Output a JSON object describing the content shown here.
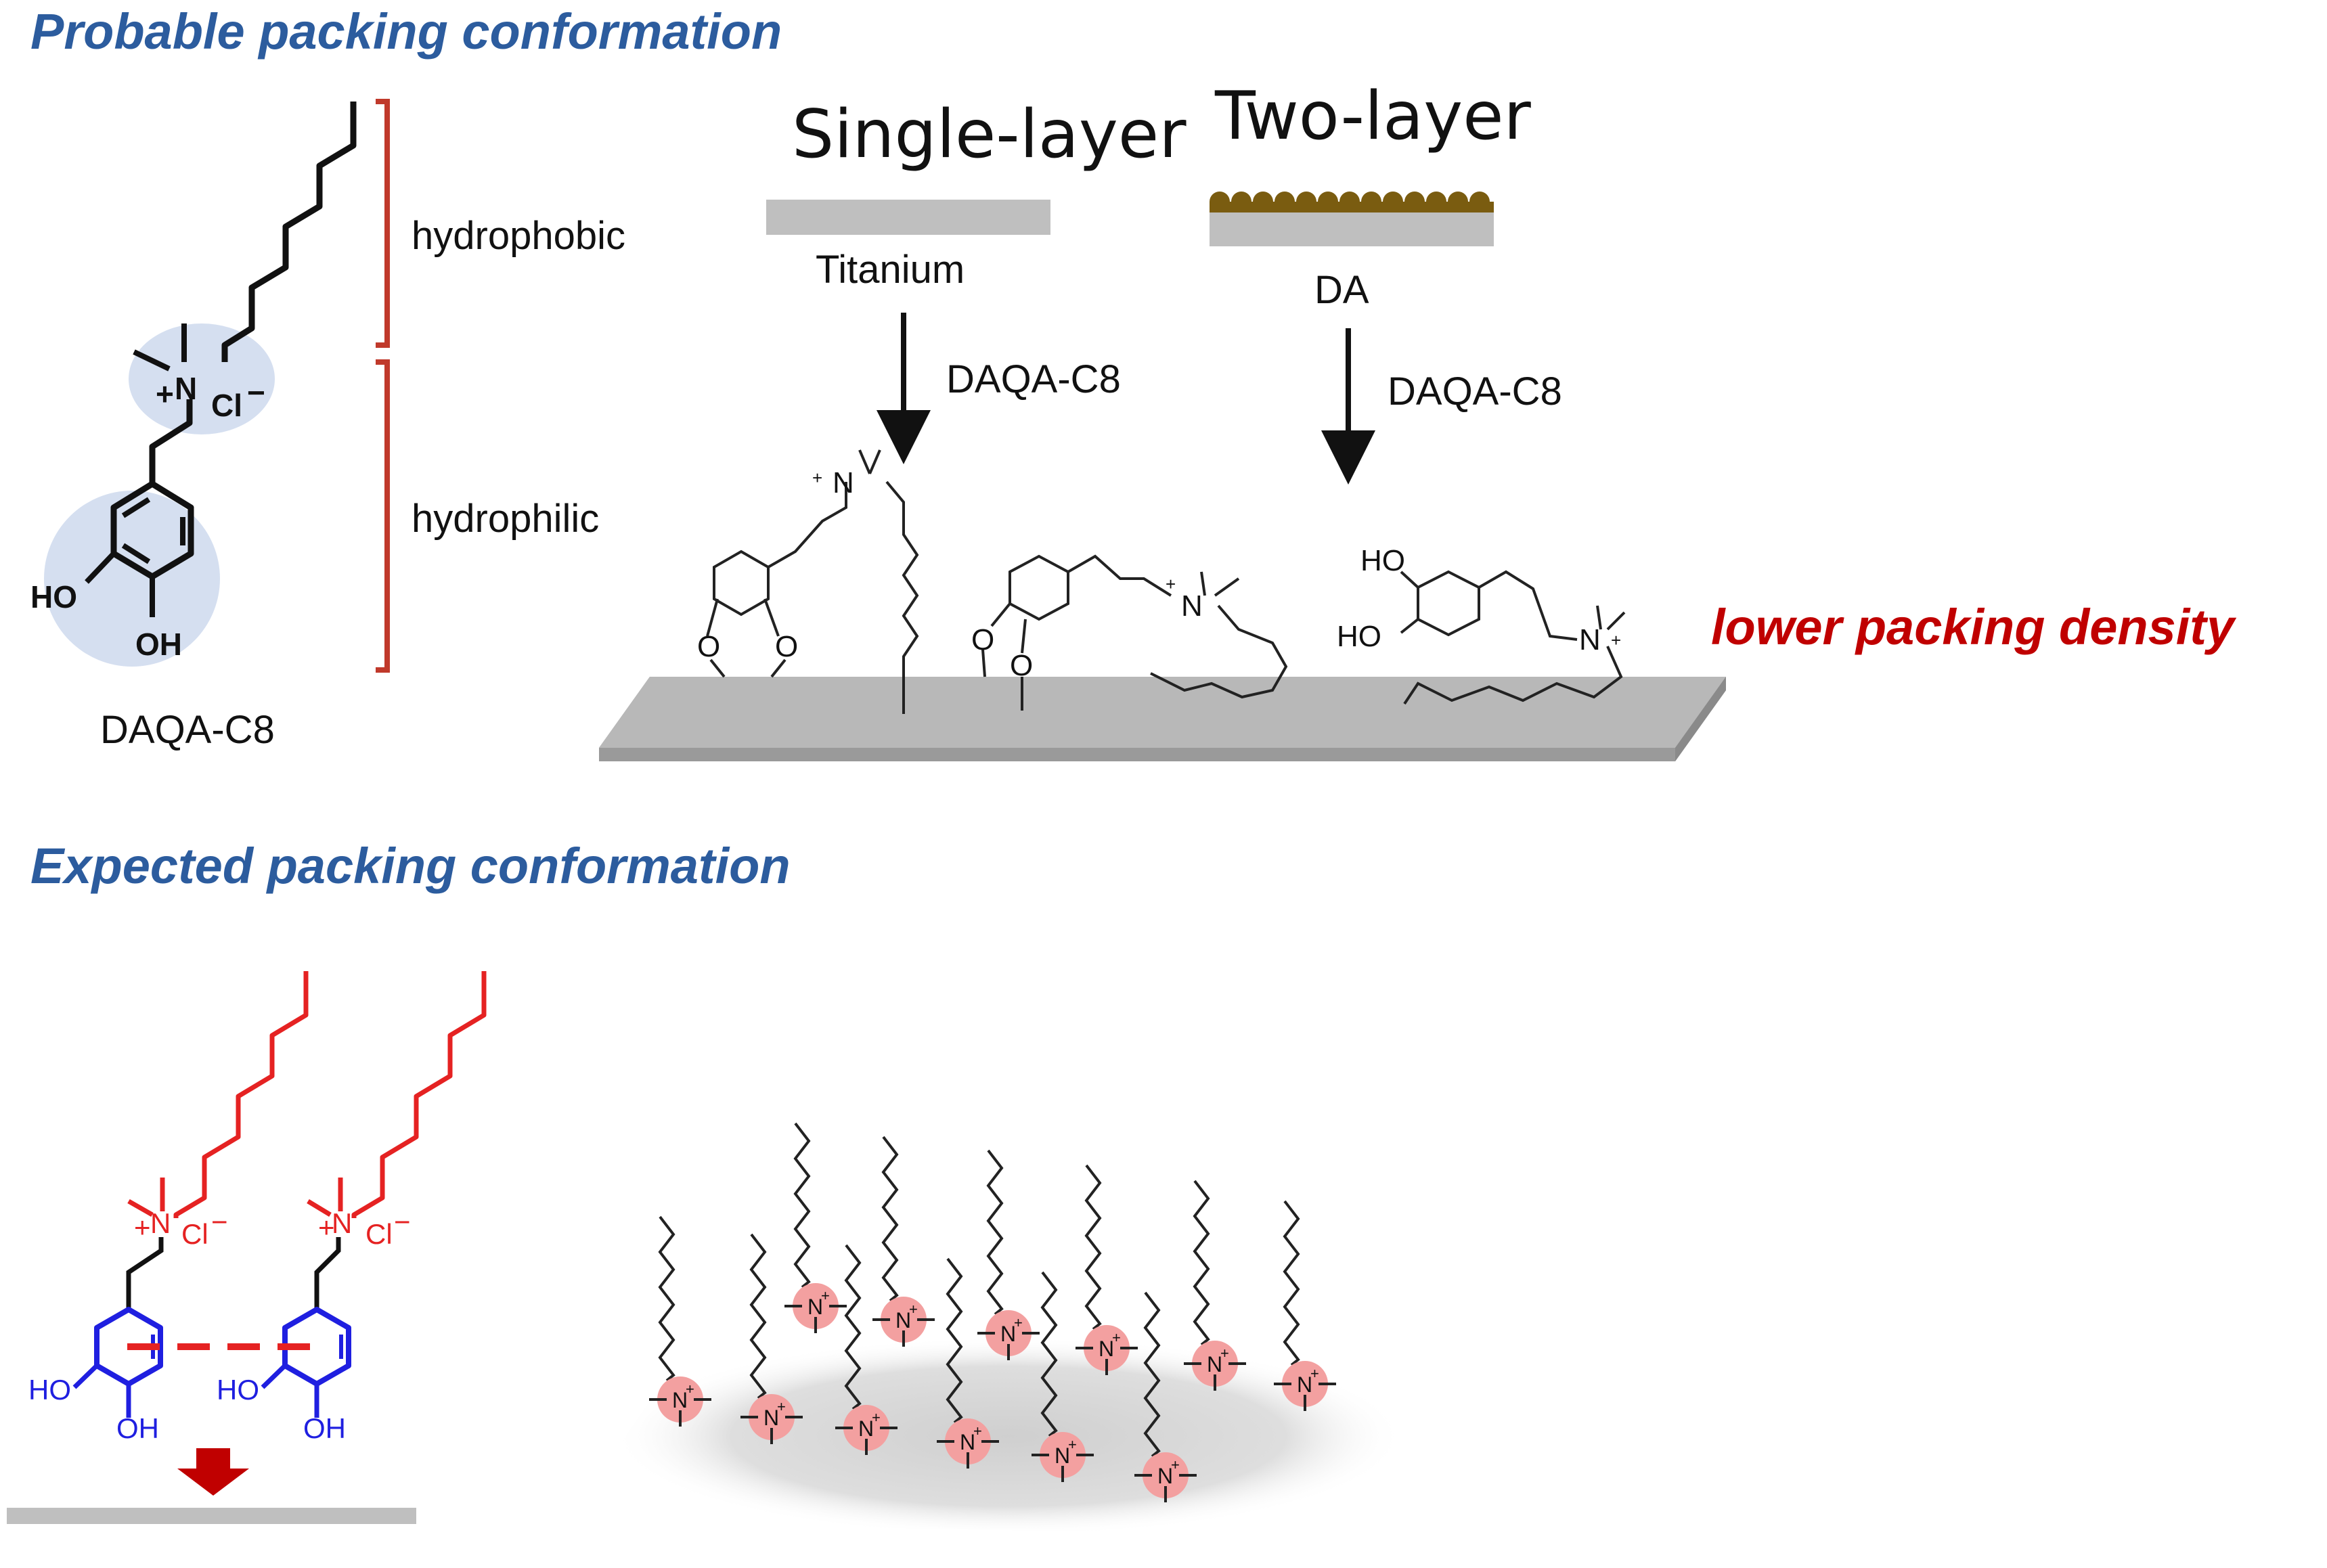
{
  "top": {
    "title": "Probable packing conformation",
    "molecule": {
      "name": "DAQA-C8",
      "hydrophobic_label": "hydrophobic",
      "hydrophilic_label": "hydrophilic",
      "atoms": {
        "nitrogen": "N",
        "plus": "+",
        "chloride": "Cl",
        "minus": "−",
        "hydroxyl": "HO",
        "hydroxyl_b": "OH",
        "oxygen": "O"
      }
    },
    "single_layer": {
      "heading": "Single-layer",
      "substrate": "Titanium",
      "reagent": "DAQA-C8"
    },
    "two_layer": {
      "heading": "Two-layer",
      "substrate": "DA",
      "reagent": "DAQA-C8"
    },
    "result": "lower packing density"
  },
  "bottom": {
    "title": "Expected packing conformation",
    "headgroup_label": "N",
    "headgroup_charge": "+"
  },
  "colors": {
    "title_blue": "#2c5c9e",
    "emphasis_red": "#c00000",
    "bracket_red": "#c0392b",
    "tail_red": "#e52222",
    "catechol_blue": "#1f1fe0",
    "highlight_blue": "#d5dff0",
    "headgroup_pink": "#f3a0a0",
    "substrate_gray": "#bfbfbf",
    "da_brown": "#7a5c10"
  }
}
